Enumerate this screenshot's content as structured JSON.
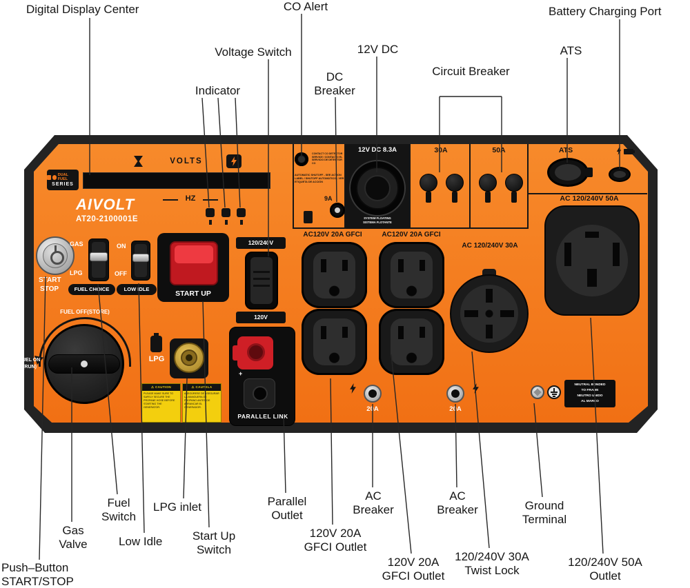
{
  "callouts": {
    "digital_display": "Digital Display Center",
    "co_alert": "CO Alert",
    "battery_charging_port": "Battery Charging Port",
    "voltage_switch": "Voltage Switch",
    "dc_12v": "12V DC",
    "ats": "ATS",
    "indicator": "Indicator",
    "dc_breaker": "DC Breaker",
    "circuit_breaker": "Circuit Breaker",
    "push_button_start_stop": "Push–Button START/STOP",
    "gas_valve": "Gas Valve",
    "fuel_switch": "Fuel Switch",
    "low_idle": "Low Idle",
    "lpg_inlet": "LPG inlet",
    "start_up_switch": "Start Up Switch",
    "parallel_outlet": "Parallel Outlet",
    "ac_breaker_left": "AC Breaker",
    "ac_breaker_right": "AC Breaker",
    "gfci_outlet_left": "120V 20A GFCI Outlet",
    "gfci_outlet_right": "120V 20A GFCI Outlet",
    "twist_lock": "120/240V 30A Twist Lock",
    "ground_terminal": "Ground Terminal",
    "outlet_50a": "120/240V 50A Outlet"
  },
  "panel": {
    "brand": "AIVOLT",
    "model": "AT20-2100001E",
    "badge_top": "DUAL FUEL",
    "badge_bottom": "SERIES",
    "volts": "VOLTS",
    "hz": "HZ",
    "co_note_right": [
      "CONTACT CO DETECTOR",
      "SERVICE / CONTACTO EL",
      "SERVICIO DE DETECTOR CO"
    ],
    "co_note_main": [
      "AUTOMATIC SHUTOFF - SEE ACTION",
      "LABEL / SHUTOFF AUTOMÁTICO - VER",
      "ETIQUETA DE ACCIÓN"
    ],
    "dc_socket_title": "12V DC 8.3A",
    "dc_breaker_amps": "9A",
    "dc_note": [
      "SYSTEM FLOATING",
      "SISTEMA FLOTANTE"
    ],
    "cb_left": "30A",
    "cb_right": "50A",
    "ats": "ATS",
    "outlet50_label": "AC 120/240V 50A",
    "start": "START",
    "stop": "STOP",
    "fuel_choice": "FUEL CHOICE",
    "gas": "GAS",
    "lpg_switch": "LPG",
    "low_idle": "LOW IDLE",
    "on": "ON",
    "off": "OFF",
    "start_up": "START UP",
    "voltage_top": "120/240V",
    "voltage_bottom": "120V",
    "gfci_left_label": "AC120V 20A GFCI",
    "gfci_right_label": "AC120V 20A GFCI",
    "twist_label": "AC 120/240V 30A",
    "parallel_label": "PARALLEL LINK",
    "parallel_plus": "+",
    "fuel_off": "FUEL OFF(STORE)",
    "fuel_on_1": "FUEL ON",
    "fuel_on_2": "(RUN)",
    "lpg_text": "LPG",
    "breaker_left_amps": "20A",
    "breaker_right_amps": "20A",
    "ground_note": [
      "NEUTRAL BONDED",
      "TO FRAME",
      "NEUTRO UNIDO",
      "AL MARCO"
    ],
    "caution_en_title": "⚠ CAUTION",
    "caution_en_body": "PLEASE MAKE SURE TO SAFELY SECURE THE PROPANE HOSE BEFORE STARTING THE GENERATOR.",
    "caution_es_title": "⚠ CAUTELA",
    "caution_es_body": "ASEGÚRESE DE ASEGURAR LA MANGUERA DE PROPANO ANTES DE ARRANCAR EL GENERADOR."
  },
  "colors": {
    "panel_orange": "#f4791d",
    "body_dark": "#232323",
    "accent_red": "#cf1f26",
    "caution_yellow": "#f3cf0e"
  }
}
